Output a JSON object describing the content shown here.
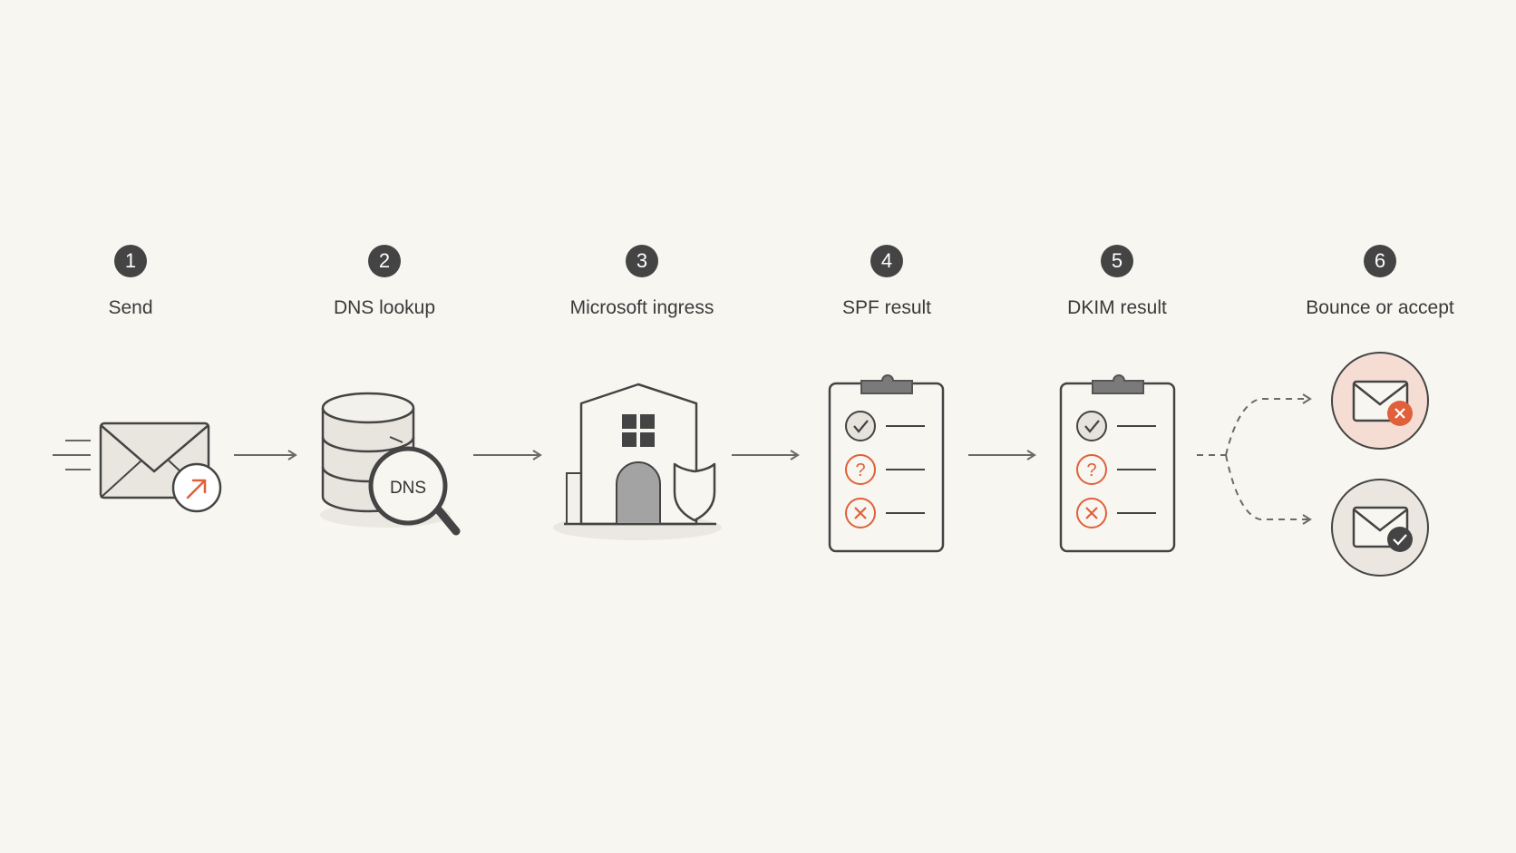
{
  "steps": [
    {
      "number": "1",
      "label": "Send",
      "icon": "envelope-send-icon"
    },
    {
      "number": "2",
      "label": "DNS lookup",
      "icon": "database-search-icon",
      "icon_text": "DNS"
    },
    {
      "number": "3",
      "label": "Microsoft ingress",
      "icon": "building-shield-icon"
    },
    {
      "number": "4",
      "label": "SPF result",
      "icon": "clipboard-checklist-icon"
    },
    {
      "number": "5",
      "label": "DKIM result",
      "icon": "clipboard-checklist-icon"
    },
    {
      "number": "6",
      "label": "Bounce or accept",
      "icon": "envelope-outcome-icon"
    }
  ],
  "colors": {
    "background": "#f8f6f1",
    "ink": "#444444",
    "accent": "#e0603c",
    "reject_fill": "#f6ddd4",
    "accept_fill": "#ebe7e0"
  }
}
